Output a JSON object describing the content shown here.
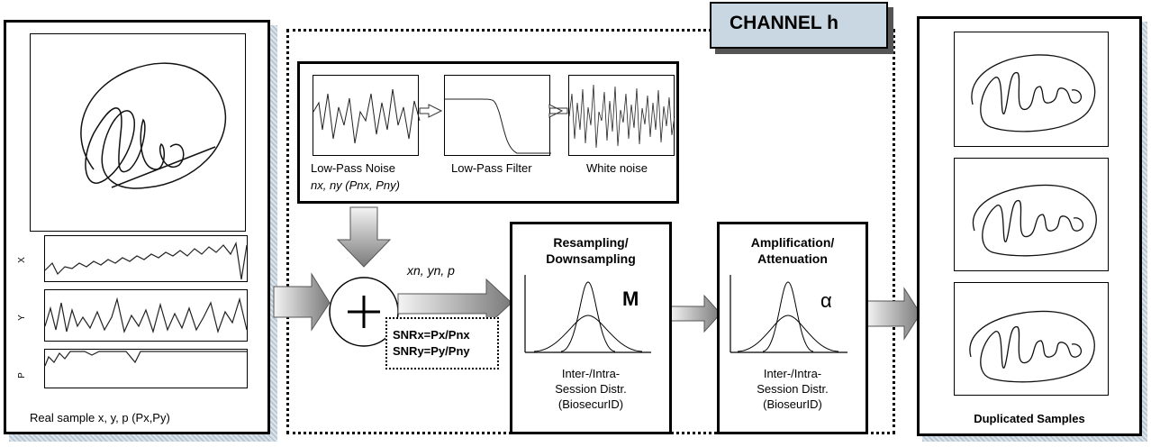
{
  "left_panel": {
    "caption": "Real sample x, y, p  (Px,Py)",
    "axis_labels": [
      "X",
      "Y",
      "P"
    ]
  },
  "channel": {
    "title": "CHANNEL h"
  },
  "noise_block": {
    "labels": {
      "lowpass_noise": "Low-Pass Noise",
      "lowpass_filter": "Low-Pass Filter",
      "white_noise": "White noise",
      "noise_vars": "nx, ny  (Pnx, Pny)"
    }
  },
  "adder": {
    "output_label": "xn, yn, p",
    "snr_x": "SNRx=Px/Pnx",
    "snr_y": "SNRy=Py/Pny"
  },
  "resampling": {
    "title_line1": "Resampling/",
    "title_line2": "Downsampling",
    "symbol": "M",
    "desc_line1": "Inter-/Intra-",
    "desc_line2": "Session Distr.",
    "desc_line3": "(BiosecurID)"
  },
  "amplification": {
    "title_line1": "Amplification/",
    "title_line2": "Attenuation",
    "symbol": "α",
    "desc_line1": "Inter-/Intra-",
    "desc_line2": "Session Distr.",
    "desc_line3": "(BioseurID)"
  },
  "right_panel": {
    "caption": "Duplicated Samples"
  },
  "colors": {
    "channel_title_bg": "#c8d7e1",
    "arrow_dark": "#7a7a7a",
    "arrow_light": "#f4f4f4",
    "shadow": "#c3d0da"
  }
}
